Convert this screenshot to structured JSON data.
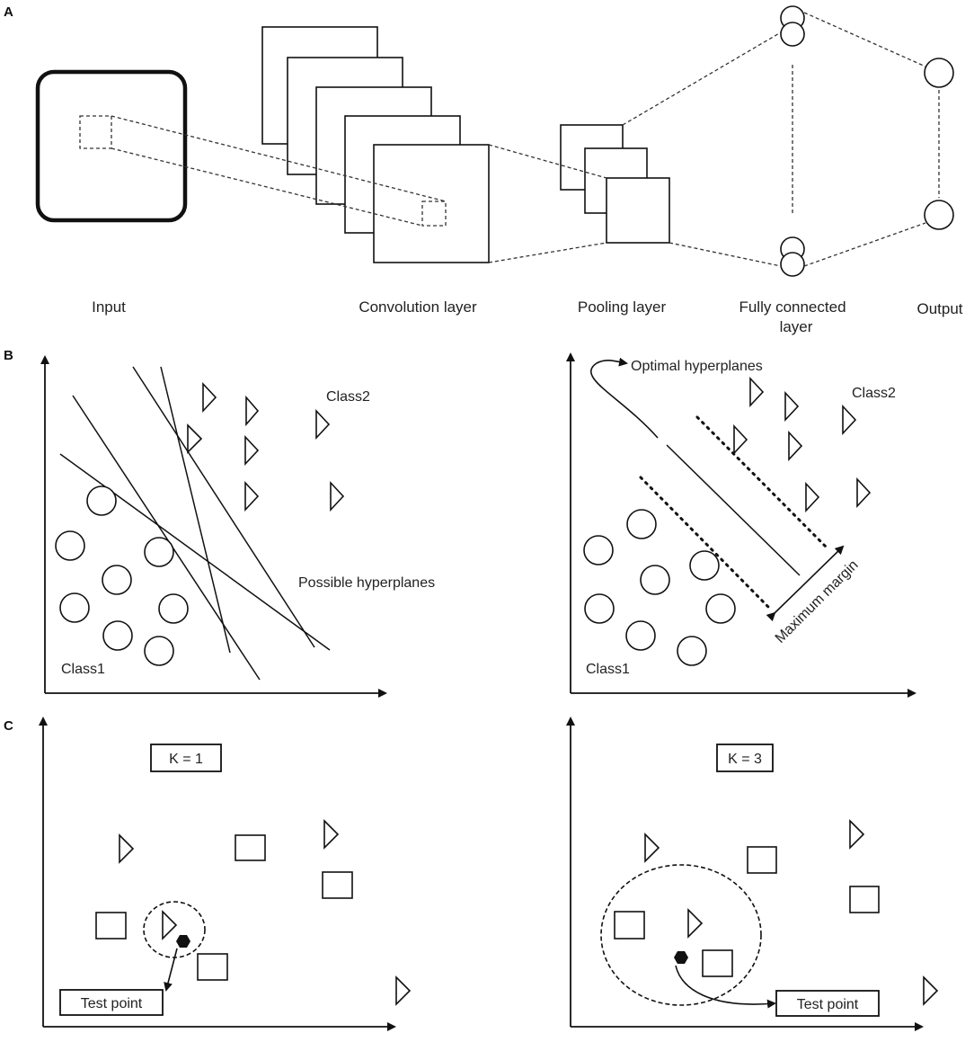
{
  "panel_a": {
    "letter": "A",
    "labels": {
      "input": "Input",
      "convolution": "Convolution layer",
      "pooling": "Pooling layer",
      "fully_connected_line1": "Fully connected",
      "fully_connected_line2": "layer",
      "output": "Output"
    }
  },
  "panel_b": {
    "letter": "B",
    "left": {
      "class2": "Class2",
      "class1": "Class1",
      "possible": "Possible hyperplanes"
    },
    "right": {
      "optimal": "Optimal hyperplanes",
      "class2": "Class2",
      "class1": "Class1",
      "margin": "Maximum margin"
    }
  },
  "panel_c": {
    "letter": "C",
    "left": {
      "k_label": "K = 1",
      "test_point": "Test point"
    },
    "right": {
      "k_label": "K = 3",
      "test_point": "Test point"
    }
  },
  "colors": {
    "ink": "#111111",
    "background": "#ffffff"
  }
}
